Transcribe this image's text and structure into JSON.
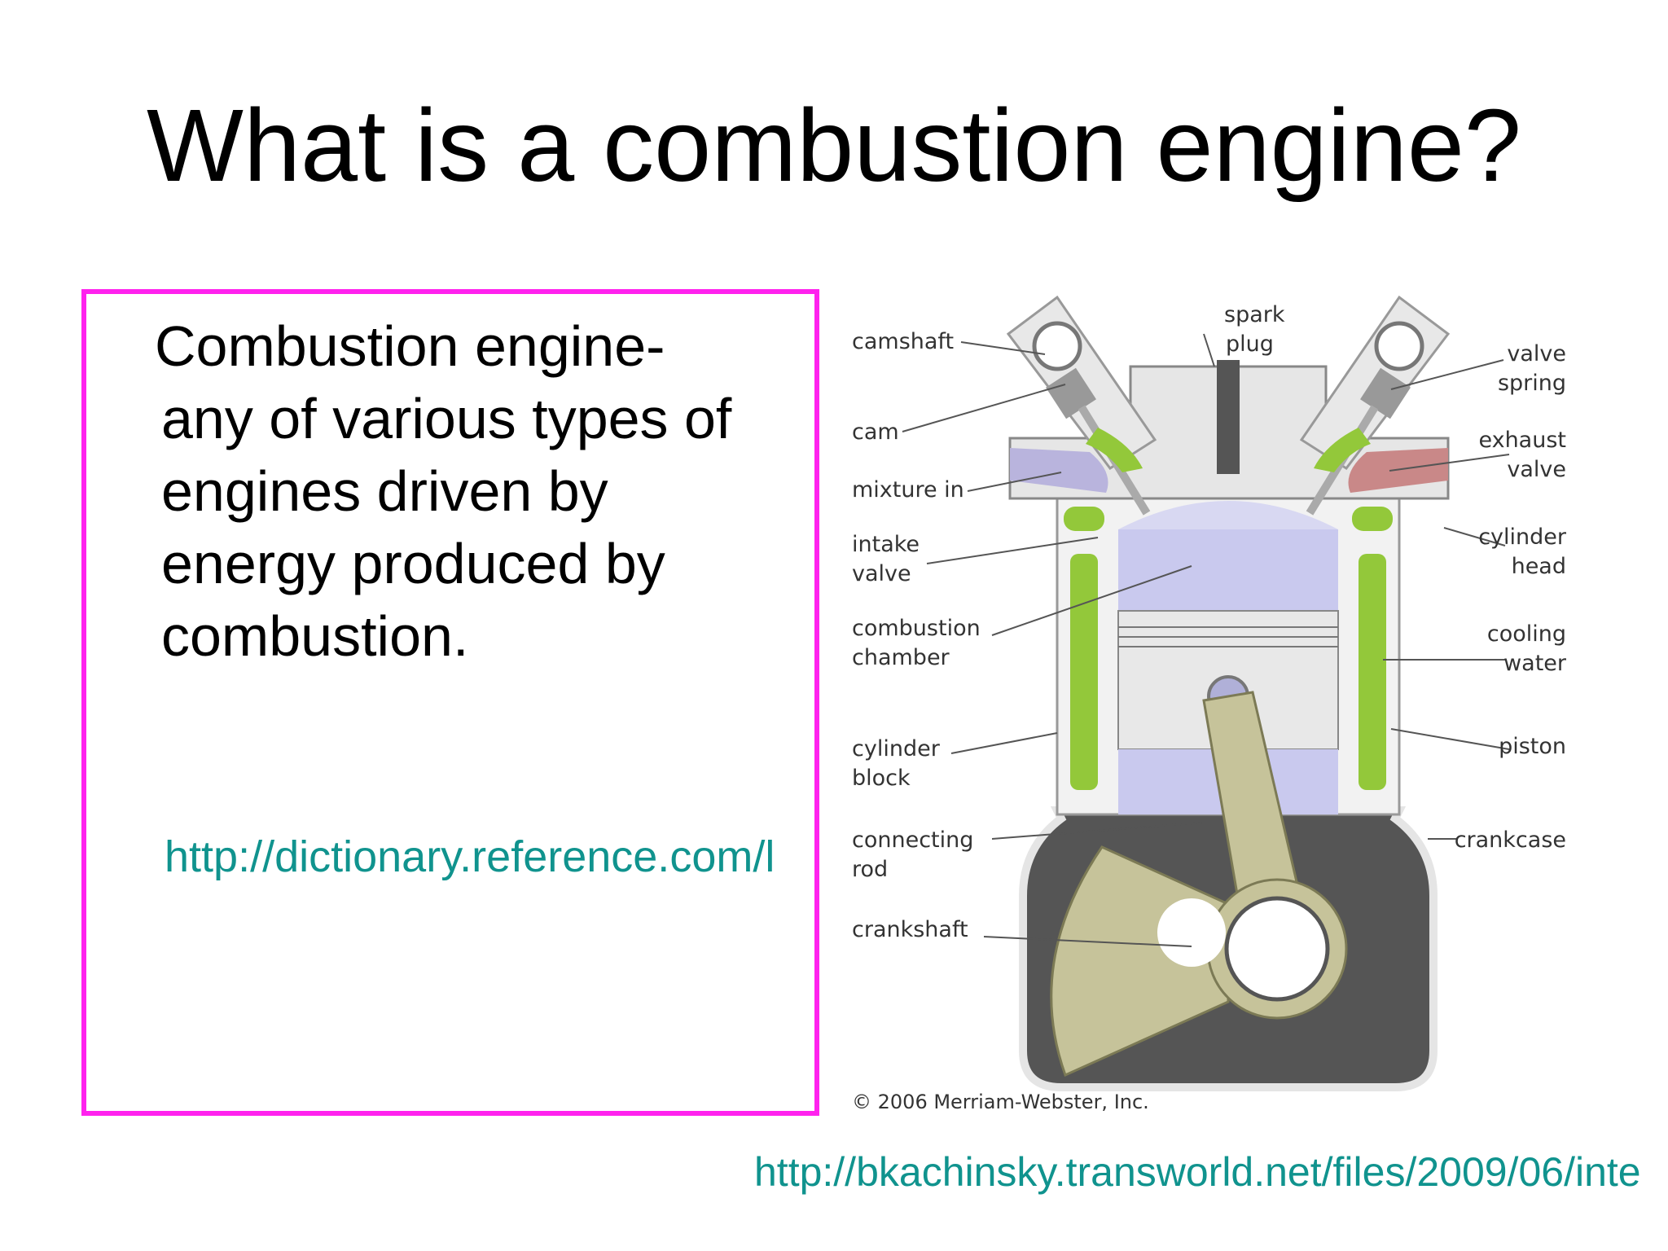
{
  "slide": {
    "title": "What is a combustion engine?",
    "definition": {
      "term": "Combustion engine-",
      "text": "any of various types of engines driven by energy produced by combustion."
    },
    "source_link_1": "http://dictionary.reference.com/l",
    "source_link_2": "http://bkachinsky.transworld.net/files/2009/06/inte"
  },
  "diagram": {
    "labels": {
      "camshaft": "camshaft",
      "spark_plug_1": "spark",
      "spark_plug_2": "plug",
      "valve_spring_1": "valve",
      "valve_spring_2": "spring",
      "cam": "cam",
      "exhaust_valve_1": "exhaust",
      "exhaust_valve_2": "valve",
      "mixture_in": "mixture in",
      "intake_valve_1": "intake",
      "intake_valve_2": "valve",
      "cylinder_head_1": "cylinder",
      "cylinder_head_2": "head",
      "combustion_chamber_1": "combustion",
      "combustion_chamber_2": "chamber",
      "cooling_water_1": "cooling",
      "cooling_water_2": "water",
      "piston": "piston",
      "cylinder_block_1": "cylinder",
      "cylinder_block_2": "block",
      "crankcase": "crankcase",
      "connecting_rod_1": "connecting",
      "connecting_rod_2": "rod",
      "crankshaft": "crankshaft"
    },
    "copyright": "© 2006 Merriam-Webster, Inc.",
    "colors": {
      "coolant": "#93c83a",
      "crankcase": "#555555",
      "chamber": "#c9c9ee",
      "rod": "#c6c39a",
      "intake": "#b9b4dd",
      "exhaust": "#c98888"
    }
  }
}
